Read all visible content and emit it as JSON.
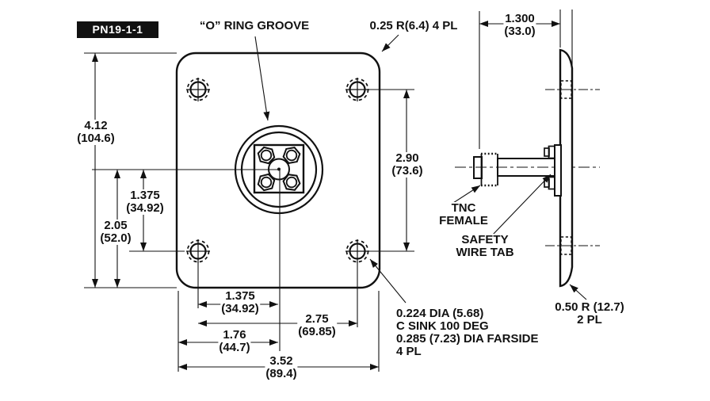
{
  "page": {
    "background": "#ffffff",
    "ink": "#111111"
  },
  "badge": {
    "part_number": "PN19-1-1"
  },
  "callouts": {
    "oring": "“O” RING GROOVE",
    "corner_radius": "0.25 R(6.4) 4 PL",
    "tnc": [
      "TNC",
      "FEMALE"
    ],
    "safety": [
      "SAFETY",
      "WIRE TAB"
    ],
    "hole_spec": [
      "0.224 DIA (5.68)",
      "C SINK 100 DEG",
      "0.285 (7.23) DIA FARSIDE",
      "4 PL"
    ],
    "side_radius": [
      "0.50 R (12.7)",
      "2 PL"
    ]
  },
  "dimensions": {
    "plate_height": {
      "in": "4.12",
      "mm": "(104.6)"
    },
    "hole_span_vertical": {
      "in": "2.90",
      "mm": "(73.6)"
    },
    "center_to_hole_vertical": {
      "in": "1.375",
      "mm": "(34.92)"
    },
    "center_to_edge_vertical": {
      "in": "2.05",
      "mm": "(52.0)"
    },
    "center_to_hole_horizontal": {
      "in": "1.375",
      "mm": "(34.92)"
    },
    "hole_span_horizontal": {
      "in": "2.75",
      "mm": "(69.85)"
    },
    "edge_to_center_horizontal": {
      "in": "1.76",
      "mm": "(44.7)"
    },
    "plate_width": {
      "in": "3.52",
      "mm": "(89.4)"
    },
    "connector_depth": {
      "in": "1.300",
      "mm": "(33.0)"
    }
  }
}
